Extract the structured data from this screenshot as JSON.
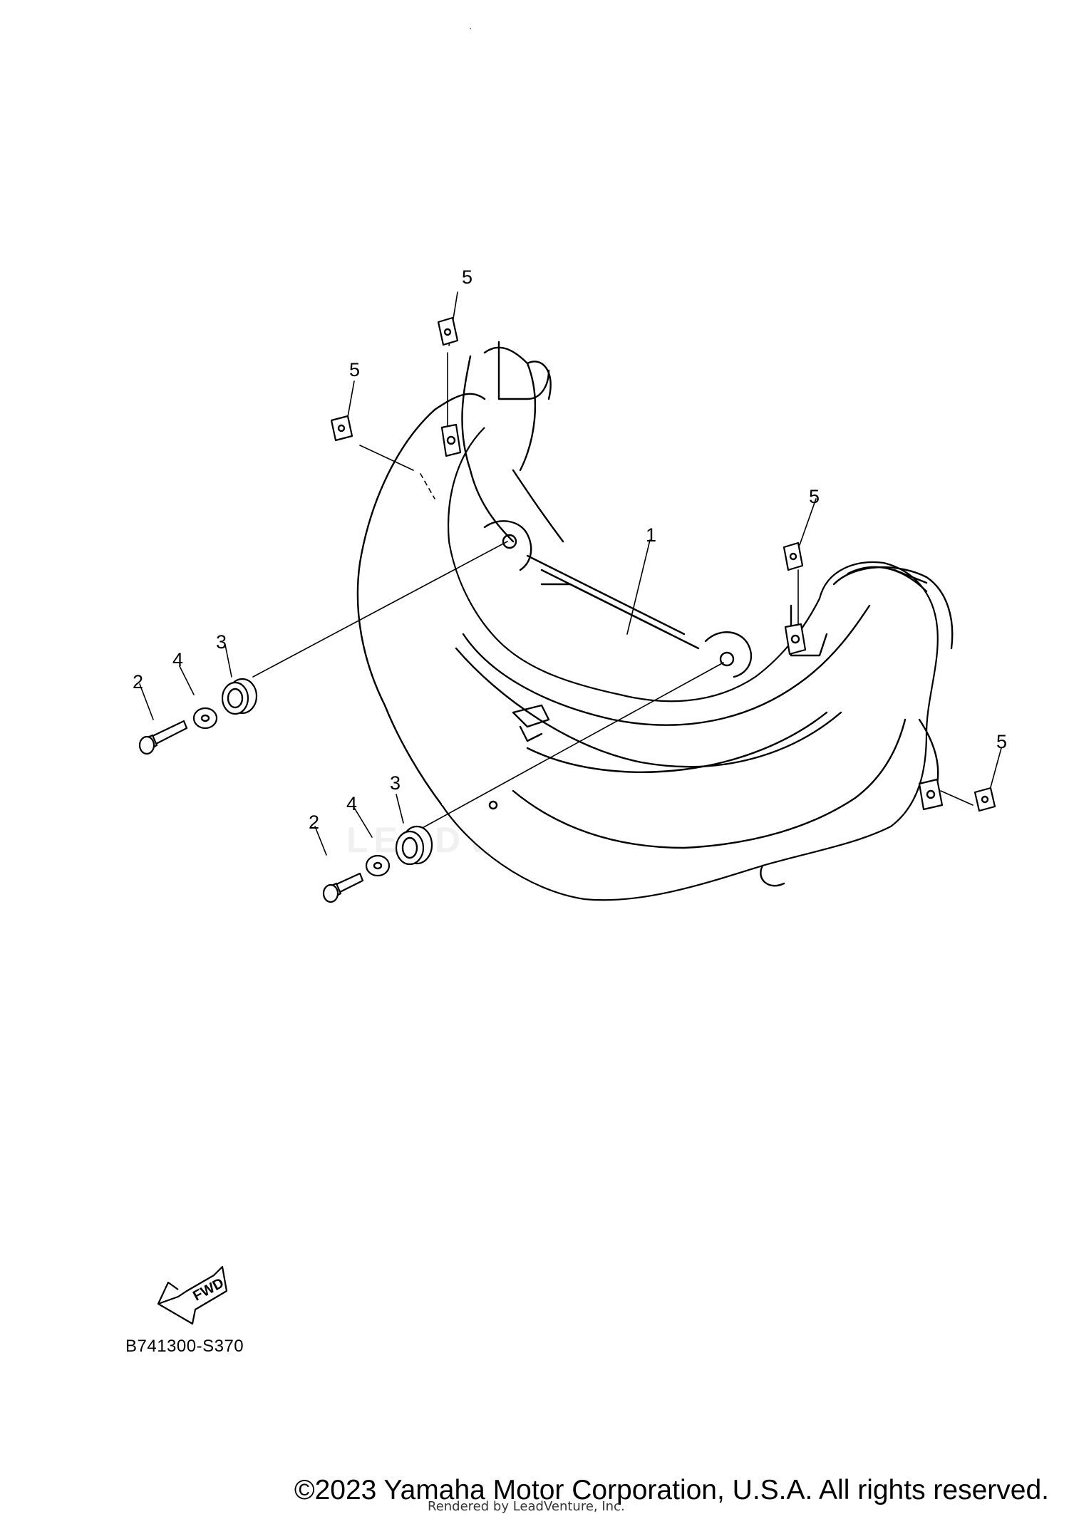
{
  "diagram": {
    "callouts": {
      "housing": "1",
      "bolt_a": "2",
      "bolt_b": "2",
      "grommet_a": "3",
      "grommet_b": "3",
      "washer_a": "4",
      "washer_b": "4",
      "nut_top": "5",
      "nut_upper_left": "5",
      "nut_right": "5",
      "nut_far_right": "5"
    },
    "fwd_label": "FWD",
    "code": "B741300-S370",
    "watermark": "LEADVENTURE"
  },
  "footer": {
    "copyright": "©2023 Yamaha Motor Corporation, U.S.A. All rights reserved.",
    "rendered_by": "Rendered by LeadVenture, Inc."
  }
}
